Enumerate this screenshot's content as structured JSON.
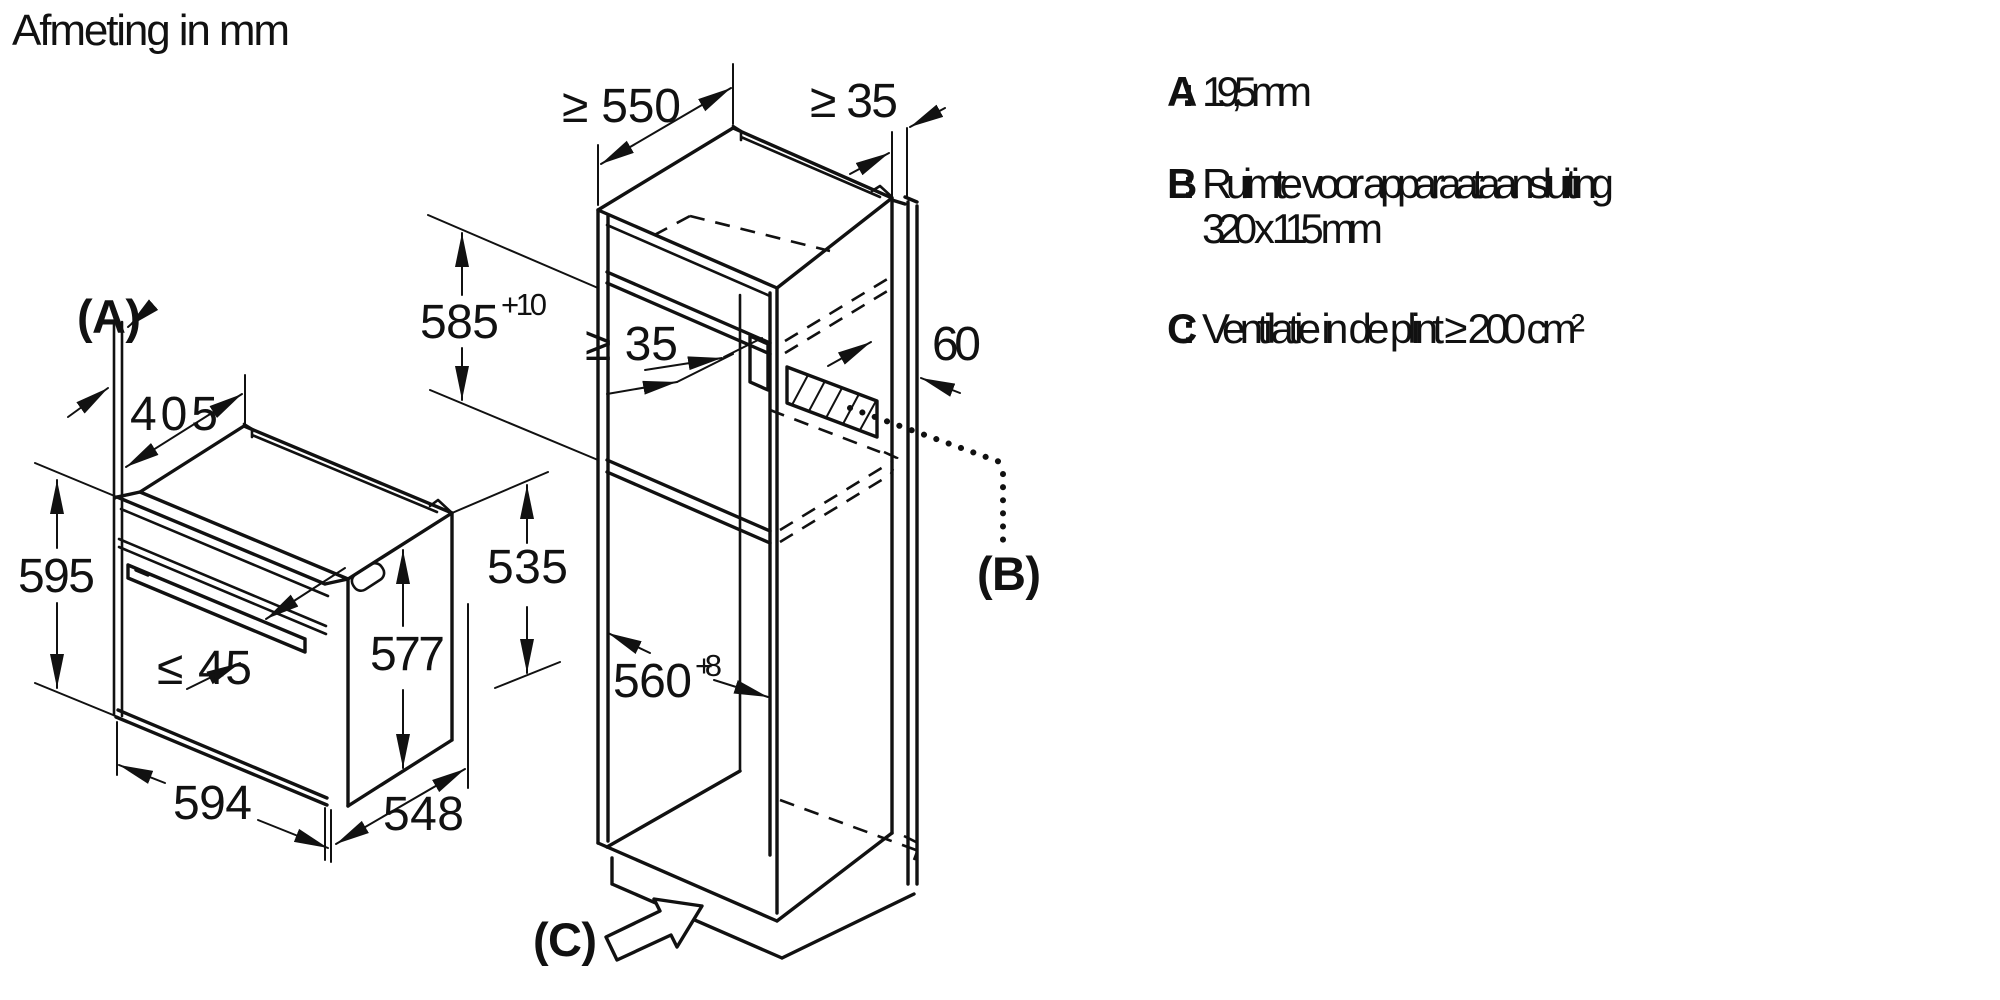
{
  "colors": {
    "ink": "#111111",
    "background": "#ffffff"
  },
  "title": "Afmeting in mm",
  "legend": {
    "a_key": "A:",
    "a_val": "19,5 mm",
    "b_key": "B:",
    "b_val_line1": "Ruimte voor apparaataansluiting",
    "b_val_line2": "320 x 115 mm",
    "c_key": "C:",
    "c_val": "Ventilatie in de plint ≥ 200 cm²"
  },
  "oven": {
    "label_a": "(A)",
    "dim_top_depth": "405",
    "dim_height": "595",
    "dim_handle_protrusion": "≤ 45",
    "dim_front_height": "577",
    "dim_side_height": "535",
    "dim_width": "594",
    "dim_depth": "548"
  },
  "cabinet": {
    "dim_min_depth": "≥ 550",
    "dim_top_rear_gap": "≥ 35",
    "dim_niche_height": "585",
    "dim_niche_height_tol": "+10",
    "dim_spacer_gap": "≥ 35",
    "dim_connection_recess": "60",
    "dim_niche_width": "560",
    "dim_niche_width_tol": "+8",
    "label_b": "(B)",
    "label_c": "(C)"
  }
}
